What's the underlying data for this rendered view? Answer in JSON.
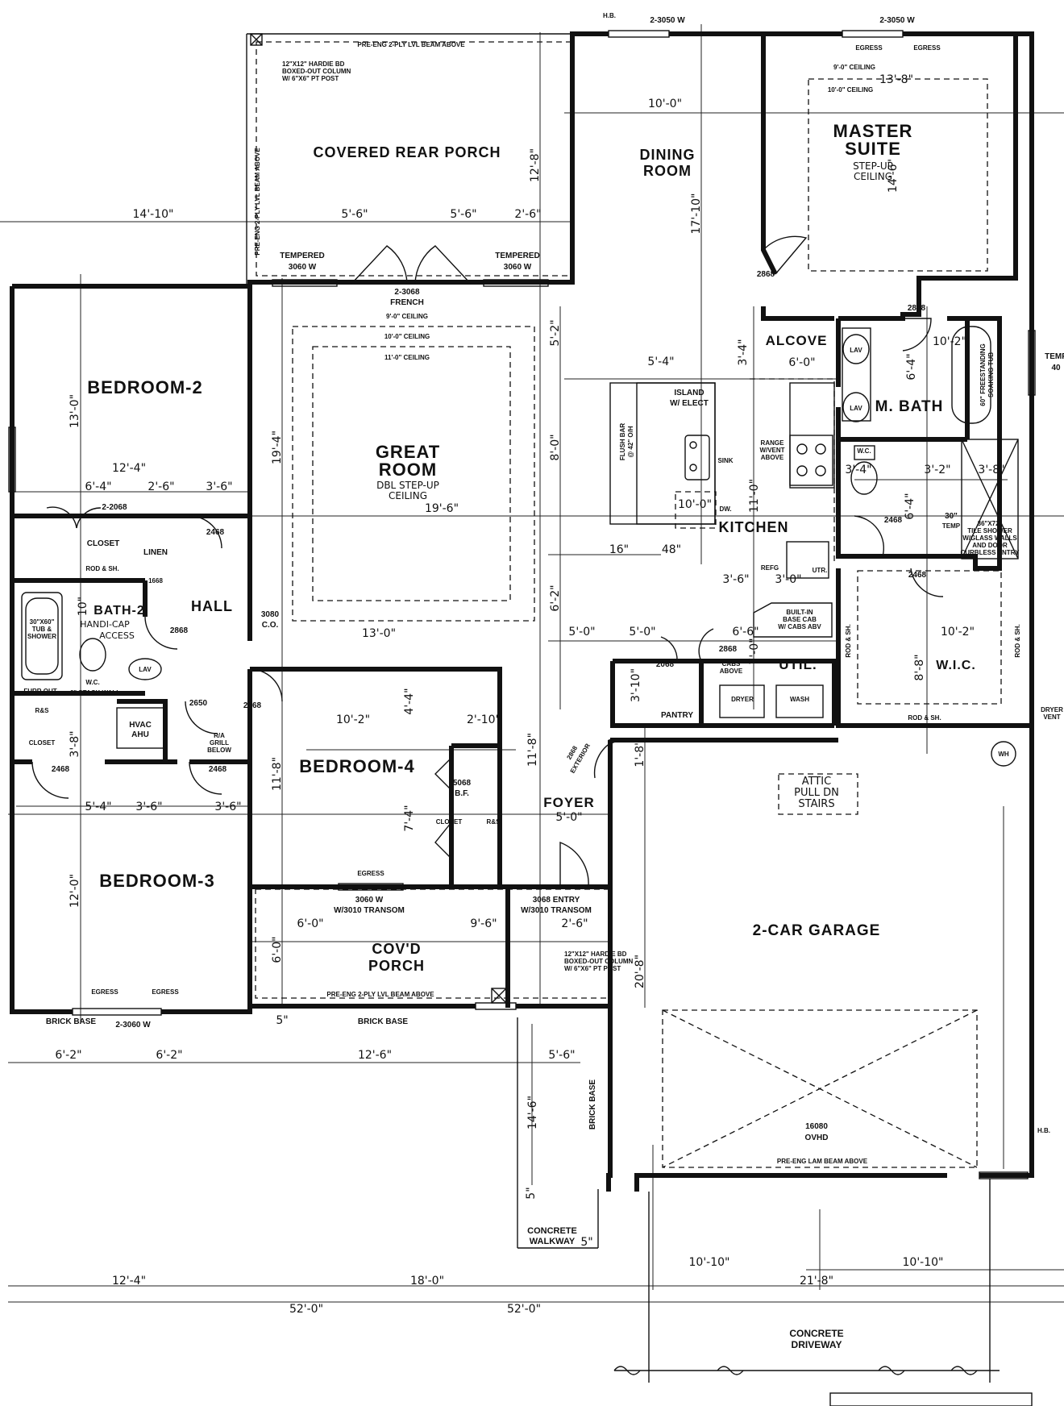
{
  "rooms": {
    "covered_rear_porch": "COVERED REAR PORCH",
    "dining_room": [
      "DINING",
      "ROOM"
    ],
    "master_suite": [
      "MASTER",
      "SUITE"
    ],
    "master_ceiling": [
      "STEP-UP",
      "CEILING"
    ],
    "bedroom_2": "BEDROOM-2",
    "great_room": [
      "GREAT",
      "ROOM"
    ],
    "great_room_ceiling": [
      "DBL STEP-UP",
      "CEILING"
    ],
    "alcove": "ALCOVE",
    "m_bath": "M. BATH",
    "kitchen": "KITCHEN",
    "hall": "HALL",
    "bath_2": "BATH-2",
    "bath_2_access": "HANDI-CAP",
    "bath_2_access2": "ACCESS",
    "bedroom_4": "BEDROOM-4",
    "bedroom_3": "BEDROOM-3",
    "foyer": "FOYER",
    "cov_porch": [
      "COV'D",
      "PORCH"
    ],
    "garage": "2-CAR GARAGE",
    "util": "UTIL.",
    "wic": "W.I.C.",
    "pantry": "PANTRY",
    "closet": "CLOSET",
    "linen": "LINEN",
    "attic": [
      "ATTIC",
      "PULL DN",
      "STAIRS"
    ],
    "concrete_walkway": [
      "CONCRETE",
      "WALKWAY"
    ],
    "concrete_driveway": [
      "CONCRETE",
      "DRIVEWAY"
    ]
  },
  "dimensions": {
    "overall_width": "52'-0\"",
    "bottom_left": "12'-4\"",
    "bottom_middle": "18'-0\"",
    "garage_width": "21'-8\"",
    "garage_left": "10'-10\"",
    "garage_right": "10'-10\"",
    "brick_left1": "6'-2\"",
    "brick_left2": "6'-2\"",
    "brick_mid": "12'-6\"",
    "brick_right": "5'-6\"",
    "porch_left": "14'-10\"",
    "porch_seg1": "5'-6\"",
    "porch_seg2": "5'-6\"",
    "porch_seg3": "2'-6\"",
    "porch_depth": "12'-8\"",
    "dining_width": "10'-0\"",
    "dining_depth": "17'-10\"",
    "master_width": "13'-8\"",
    "master_depth": "14'-6\"",
    "bed2_depth": "13'-0\"",
    "bed2_width": "12'-4\"",
    "closet_a": "6'-4\"",
    "closet_b": "2'-6\"",
    "closet_c": "3'-6\"",
    "great_depth": "19'-4\"",
    "great_width": "19'-6\"",
    "great_lower": "13'-0\"",
    "kitchen_v1": "5'-2\"",
    "kitchen_v2": "8'-0\"",
    "kitchen_v3": "6'-2\"",
    "island_width": "5'-4\"",
    "island_16": "16\"",
    "island_48": "48\"",
    "kitchen_10": "10'-0\"",
    "kitchen_11": "11'-0\"",
    "alcove_w": "6'-0\"",
    "alcove_d": "3'-4\"",
    "mbath_w": "10'-2\"",
    "mbath_d": "6'-4\"",
    "mbath_wc": "3'-4\"",
    "mbath_s1": "3'-2\"",
    "mbath_s2": "3'-8\"",
    "mbath_hall": "6'-4\"",
    "refg": "3'-6\"",
    "refg2": "3'-0\"",
    "foyer_a": "5'-0\"",
    "foyer_b": "5'-0\"",
    "foyer_w": "5'-0\"",
    "foyer_d": "11'-8\"",
    "util_a": "6'-6\"",
    "util_d": "7'-0\"",
    "pantry_d": "3'-10\"",
    "wic_w": "10'-2\"",
    "wic_d": "8'-8\"",
    "bed4_w": "10'-2\"",
    "bed4_d": "11'-8\"",
    "bed4_a": "4'-4\"",
    "bed4_b": "2'-10\"",
    "bed4_c": "7'-4\"",
    "bed3_d": "12'-0\"",
    "bed3_a": "5'-4\"",
    "bed3_b": "3'-6\"",
    "bed3_c": "3'-6\"",
    "hvac_d": "3'-8\"",
    "bath2_h": "10\"",
    "covporch_a": "6'-0\"",
    "covporch_b": "9'-6\"",
    "covporch_c": "2'-6\"",
    "covporch_d": "6'-0\"",
    "garage_depth": "20'-8\"",
    "garage_side": "1'-8\"",
    "walk_d": "14'-6\"",
    "walk_5a": "5\"",
    "walk_5b": "5\"",
    "walk_5c": "5\""
  },
  "notes": {
    "beam_rear": "PRE-ENG 2-PLY LVL BEAM ABOVE",
    "column_rear": [
      "12\"X12\" HARDIE BD",
      "BOXED-OUT COLUMN",
      "W/ 6\"X6\" PT POST"
    ],
    "beam_side": "PRE-ENG 2-PLY LVL BEAM ABOVE",
    "tempered_left": [
      "TEMPERED",
      "3060 W"
    ],
    "tempered_right": [
      "TEMPERED",
      "3060 W"
    ],
    "french": [
      "2-3068",
      "FRENCH"
    ],
    "ceil9": "9'-0\" CEILING",
    "ceil10": "10'-0\" CEILING",
    "ceil11": "11'-0\" CEILING",
    "mceil9": "9'-0\" CEILING",
    "mceil10": "10'-0\" CEILING",
    "win_top1": "2-3050 W",
    "win_top2": "2-3050 W",
    "hb_top": "H.B.",
    "egress_m1": "EGRESS",
    "egress_m2": "EGRESS",
    "door_2868_m": "2868",
    "door_2868_b": "2868",
    "island": [
      "ISLAND",
      "W/ ELECT"
    ],
    "sink": "SINK",
    "dw": "DW.",
    "range": [
      "RANGE",
      "W/VENT",
      "ABOVE"
    ],
    "flush_bar": [
      "FLUSH BAR",
      "@ 42\" O/H"
    ],
    "lav1": "LAV",
    "lav2": "LAV",
    "wc_m": "W.C.",
    "soaking_tub": [
      "60\" FREESTANDING",
      "SOAKING TUB"
    ],
    "tile_shower": [
      "36\"X72\"",
      "TILE SHOWER",
      "W/GLASS WALLS",
      "AND DOOR",
      "CURBLESS ENTRY"
    ],
    "temp30": [
      "30\"",
      "TEMP"
    ],
    "door_2468_m1": "2468",
    "door_2468_m2": "2468",
    "refg_lbl": "REFG",
    "utr": "UTR.",
    "built_in": [
      "BUILT-IN",
      "BASE CAB",
      "W/ CABS ABV"
    ],
    "door_2868_u": "2868",
    "cabs_above": [
      "CABS",
      "ABOVE"
    ],
    "dryer": "DRYER",
    "wash": "WASH",
    "door_2068_p": "2068",
    "rod_sh_w1": "ROD & SH.",
    "rod_sh_w2": "ROD & SH.",
    "rod_sh_w3": "ROD & SH.",
    "dryer_vent": [
      "DRYER",
      "VENT"
    ],
    "temp_right": [
      "TEMP",
      "40"
    ],
    "wh": "WH",
    "exterior_door": [
      "2868",
      "EXTERIOR"
    ],
    "garage_door": [
      "16080",
      "OVHD"
    ],
    "lam_beam": "PRE-ENG LAM BEAM ABOVE",
    "brick_base_v": "BRICK BASE",
    "hb_right": "H.B.",
    "entry_door": [
      "3068 ENTRY",
      "W/3010 TRANSOM"
    ],
    "bed4_window": [
      "3060 W",
      "W/3010 TRANSOM"
    ],
    "egress_b4": "EGRESS",
    "bf_door": [
      "5068",
      "B.F."
    ],
    "closet_b4": "CLOSET",
    "rs_b4": "R&S",
    "column_front": [
      "12\"X12\" HARDIE BD",
      "BOXED-OUT COLUMN",
      "W/ 6\"X6\" PT POST"
    ],
    "beam_front": "PRE-ENG 2-PLY LVL BEAM ABOVE",
    "brick_base_1": "BRICK BASE",
    "brick_base_2": "BRICK BASE",
    "win_bed3": "2-3060 W",
    "egress_b3a": "EGRESS",
    "egress_b3b": "EGRESS",
    "co": [
      "3080",
      "C.O."
    ],
    "door_2068_c": "2-2068",
    "door_2468_h": "2468",
    "door_1668": "1668",
    "rod_sh_c": "ROD & SH.",
    "closet_c": "CLOSET",
    "tub": [
      "30\"X60\"",
      "TUB &",
      "SHOWER"
    ],
    "lav_b2": "LAV",
    "wc_b2": "W.C.",
    "stack_wall": "6\" STACK WALL",
    "furr_out": "FURR OUT",
    "door_2868_b2": "2868",
    "rs_hall": "R&S",
    "closet_h": "CLOSET",
    "hvac": [
      "HVAC",
      "AHU"
    ],
    "door_2650": "2650",
    "ra_grill": [
      "R/A",
      "GRILL",
      "BELOW"
    ],
    "door_2468_b3a": "2468",
    "door_2468_b3b": "2468",
    "door_2468_b4": "2468"
  }
}
